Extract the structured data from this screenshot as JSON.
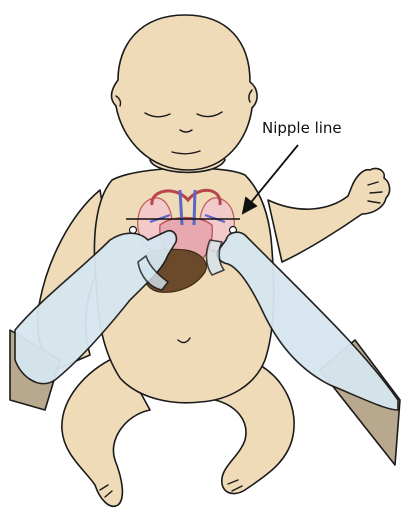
{
  "diagram": {
    "annotation": "Nipple line",
    "colors": {
      "skin": "#efdbb8",
      "outline": "#1a1a1a",
      "glove": "#d6e6ef",
      "sleeve": "#b8a88e",
      "heart": "#e7a8b0",
      "vessel_blue": "#5b66c9",
      "vessel_red": "#b8454d",
      "liver": "#6b4a2b"
    },
    "icons": [
      "infant-body",
      "gloved-hands",
      "heart-and-lungs",
      "liver",
      "arrow"
    ]
  }
}
